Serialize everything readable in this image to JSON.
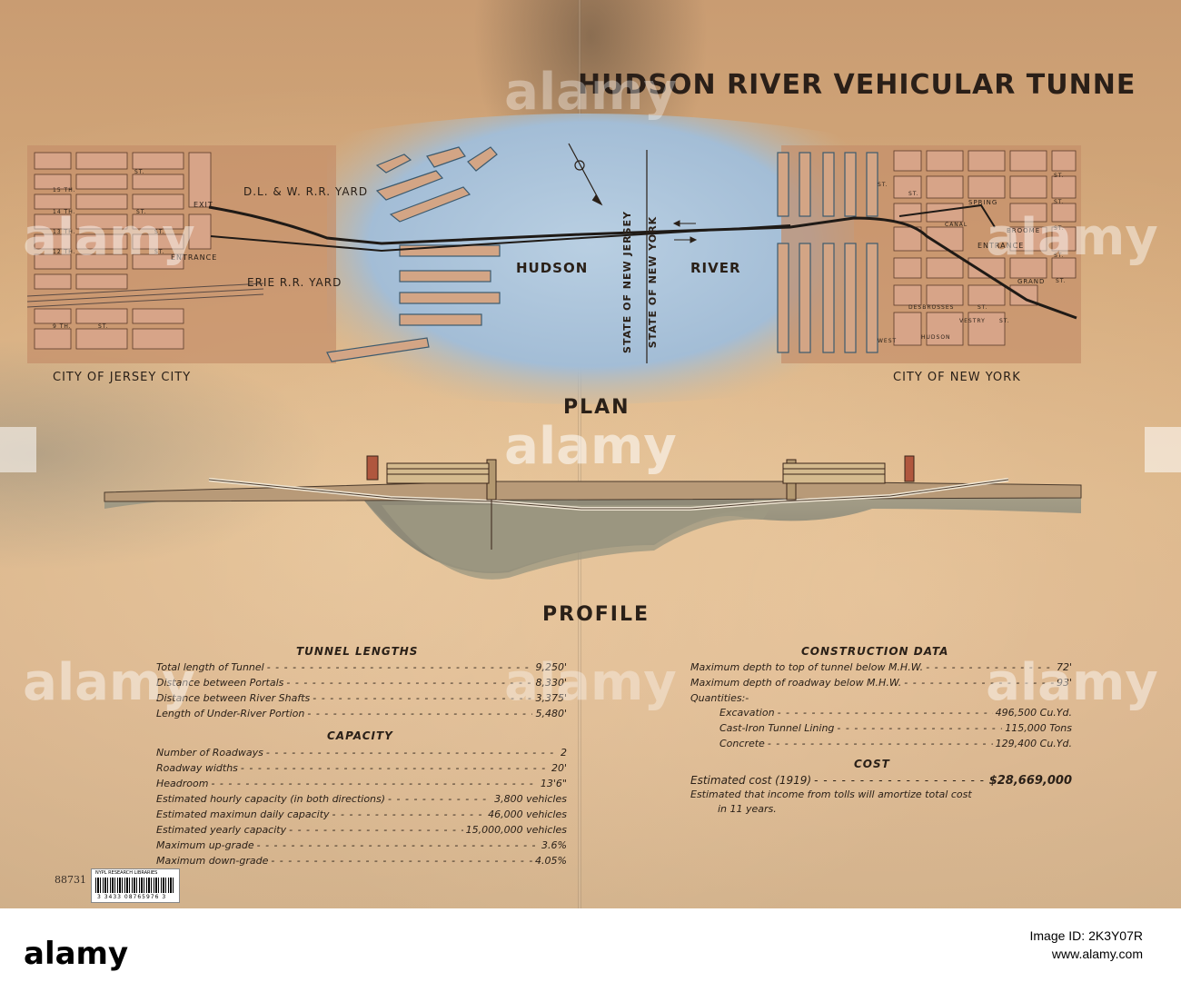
{
  "map": {
    "title": "HUDSON RIVER VEHICULAR TUNNE",
    "plan": {
      "heading": "PLAN",
      "jersey_city": "CITY OF JERSEY CITY",
      "new_york": "CITY OF NEW YORK",
      "dlw_yard": "D.L. & W. R.R. YARD",
      "erie_yard": "ERIE R.R. YARD",
      "hudson": "HUDSON",
      "river": "RIVER",
      "state_nj": "STATE OF NEW JERSEY",
      "state_ny": "STATE OF NEW YORK",
      "nj_exit": "EXIT",
      "nj_entrance": "ENTRANCE",
      "ny_entrance": "ENTRANCE",
      "nj_streets": [
        "15 TH.",
        "14 TH.",
        "13 TH.",
        "12 TH.",
        "ST.",
        "ST.",
        "ST.",
        "ST.",
        "9 TH.",
        "ST."
      ],
      "ny_streets": [
        "ST.",
        "ST.",
        "SPRING",
        "ST.",
        "BROOME",
        "ST.",
        "GRAND",
        "ST.",
        "DESBROSSES",
        "ST.",
        "VESTRY",
        "ST.",
        "WEST",
        "CANAL",
        "ST.",
        "HUDSON",
        "ST."
      ]
    },
    "profile": {
      "heading": "PROFILE"
    },
    "tunnel_lengths": {
      "heading": "TUNNEL LENGTHS",
      "rows": [
        {
          "label": "Total length of Tunnel",
          "value": "9,250'"
        },
        {
          "label": "Distance between Portals",
          "value": "8,330'"
        },
        {
          "label": "Distance between River Shafts",
          "value": "3,375'"
        },
        {
          "label": "Length of Under-River Portion",
          "value": "5,480'"
        }
      ]
    },
    "capacity": {
      "heading": "CAPACITY",
      "rows": [
        {
          "label": "Number of Roadways",
          "value": "2"
        },
        {
          "label": "Roadway widths",
          "value": "20'"
        },
        {
          "label": "Headroom",
          "value": "13'6\""
        },
        {
          "label": "Estimated hourly capacity (in both directions)",
          "value": "3,800 vehicles"
        },
        {
          "label": "Estimated maximun daily capacity",
          "value": "46,000 vehicles"
        },
        {
          "label": "Estimated yearly capacity",
          "value": "15,000,000 vehicles"
        },
        {
          "label": "Maximum up-grade",
          "value": "3.6%"
        },
        {
          "label": "Maximum down-grade",
          "value": "4.05%"
        }
      ]
    },
    "construction": {
      "heading": "CONSTRUCTION DATA",
      "rows": [
        {
          "label": "Maximum depth to top of tunnel below M.H.W.",
          "value": "72'"
        },
        {
          "label": "Maximum depth of roadway below M.H.W.",
          "value": "93'"
        }
      ],
      "quantities_label": "Quantities:-",
      "quantities": [
        {
          "label": "Excavation",
          "value": "496,500 Cu.Yd."
        },
        {
          "label": "Cast-Iron Tunnel Lining",
          "value": "115,000 Tons"
        },
        {
          "label": "Concrete",
          "value": "129,400 Cu.Yd."
        }
      ]
    },
    "cost": {
      "heading": "COST",
      "estimate_label": "Estimated cost (1919)",
      "estimate_value": "$28,669,000",
      "note_line1": "Estimated that income from tolls will amortize total cost",
      "note_line2": "in 11 years."
    },
    "call_number": "88731",
    "barcode": {
      "top_text": "NYPL RESEARCH LIBRARIES",
      "number": "3 3433 08765976 3"
    }
  },
  "watermark": "alamy",
  "stock_footer": {
    "logo": "alamy",
    "image_id": "Image ID: 2K3Y07R",
    "source": "www.alamy.com"
  },
  "colors": {
    "water": "#a9bfd6",
    "land": "#c78d69",
    "bedrock": "#8a8470",
    "ink": "#2a2018"
  }
}
